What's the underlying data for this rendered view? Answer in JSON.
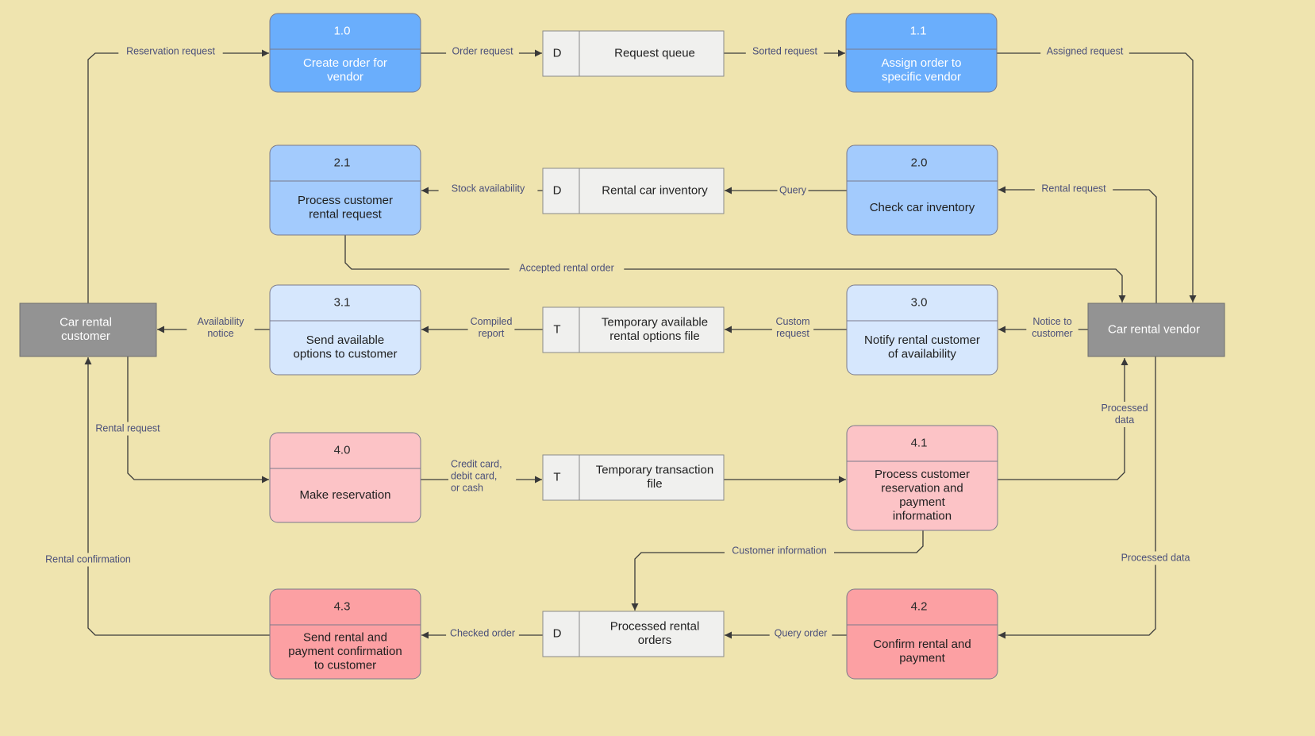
{
  "diagram": {
    "entities": [
      {
        "id": "customer",
        "label": [
          "Car rental",
          "customer"
        ]
      },
      {
        "id": "vendor",
        "label": [
          "Car rental vendor"
        ]
      }
    ],
    "processes": [
      {
        "id": "p10",
        "number": "1.0",
        "label": [
          "Create order for",
          "vendor"
        ],
        "color": "#6aaefc",
        "light": true
      },
      {
        "id": "p11",
        "number": "1.1",
        "label": [
          "Assign order to",
          "specific vendor"
        ],
        "color": "#6aaefc",
        "light": true
      },
      {
        "id": "p21",
        "number": "2.1",
        "label": [
          "Process customer",
          "rental request"
        ],
        "color": "#a3cbfd",
        "light": false
      },
      {
        "id": "p20",
        "number": "2.0",
        "label": [
          "Check car inventory"
        ],
        "color": "#a3cbfd",
        "light": false
      },
      {
        "id": "p31",
        "number": "3.1",
        "label": [
          "Send available",
          "options to customer"
        ],
        "color": "#d6e7fd",
        "light": false
      },
      {
        "id": "p30",
        "number": "3.0",
        "label": [
          "Notify rental customer",
          "of availability"
        ],
        "color": "#d6e7fd",
        "light": false
      },
      {
        "id": "p40",
        "number": "4.0",
        "label": [
          "Make reservation"
        ],
        "color": "#fcc3c6",
        "light": false
      },
      {
        "id": "p41",
        "number": "4.1",
        "label": [
          "Process customer",
          "reservation and",
          "payment",
          "information"
        ],
        "color": "#fcc3c6",
        "light": false
      },
      {
        "id": "p43",
        "number": "4.3",
        "label": [
          "Send rental and",
          "payment confirmation",
          "to customer"
        ],
        "color": "#fca0a3",
        "light": false
      },
      {
        "id": "p42",
        "number": "4.2",
        "label": [
          "Confirm rental and",
          "payment"
        ],
        "color": "#fca0a3",
        "light": false
      }
    ],
    "stores": [
      {
        "id": "s1",
        "type": "D",
        "label": [
          "Request queue"
        ]
      },
      {
        "id": "s2",
        "type": "D",
        "label": [
          "Rental car inventory"
        ]
      },
      {
        "id": "s3",
        "type": "T",
        "label": [
          "Temporary available",
          "rental options file"
        ]
      },
      {
        "id": "s4",
        "type": "T",
        "label": [
          "Temporary transaction",
          "file"
        ]
      },
      {
        "id": "s5",
        "type": "D",
        "label": [
          "Processed rental",
          "orders"
        ]
      }
    ],
    "flows": [
      {
        "id": "f1",
        "label": [
          "Reservation request"
        ]
      },
      {
        "id": "f2",
        "label": [
          "Order request"
        ]
      },
      {
        "id": "f3",
        "label": [
          "Sorted request"
        ]
      },
      {
        "id": "f4",
        "label": [
          "Assigned request"
        ]
      },
      {
        "id": "f5",
        "label": [
          "Stock availability"
        ]
      },
      {
        "id": "f6",
        "label": [
          "Query"
        ]
      },
      {
        "id": "f7",
        "label": [
          "Rental request"
        ]
      },
      {
        "id": "f8",
        "label": [
          "Accepted rental order"
        ]
      },
      {
        "id": "f9",
        "label": [
          "Availability",
          "notice"
        ]
      },
      {
        "id": "f10",
        "label": [
          "Compiled",
          "report"
        ]
      },
      {
        "id": "f11",
        "label": [
          "Custom",
          "request"
        ]
      },
      {
        "id": "f12",
        "label": [
          "Notice to",
          "customer"
        ]
      },
      {
        "id": "f13",
        "label": [
          "Rental request"
        ]
      },
      {
        "id": "f14",
        "label": [
          "Credit card,",
          "debit card,",
          "or cash"
        ]
      },
      {
        "id": "f15",
        "label": []
      },
      {
        "id": "f16",
        "label": [
          "Processed",
          "data"
        ]
      },
      {
        "id": "f17",
        "label": [
          "Customer information"
        ]
      },
      {
        "id": "f18",
        "label": [
          "Processed data"
        ]
      },
      {
        "id": "f19",
        "label": [
          "Query order"
        ]
      },
      {
        "id": "f20",
        "label": [
          "Checked order"
        ]
      },
      {
        "id": "f21",
        "label": [
          "Rental confirmation"
        ]
      }
    ]
  },
  "colors": {
    "background": "#efe4af",
    "entity": "#939393",
    "store_fill": "#f0f0ee",
    "arrow": "#3a3a3a",
    "flow_label": "#4a4f7a"
  }
}
